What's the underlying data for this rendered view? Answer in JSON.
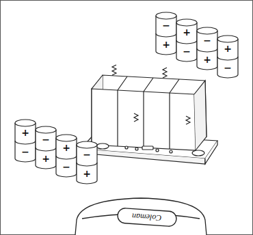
{
  "diagram": {
    "labels": [
      "−",
      "+",
      "+",
      "−",
      "−",
      "+",
      "+",
      "−",
      "+",
      "−",
      "−",
      "+",
      "+",
      "−",
      "−",
      "+",
      "Coleman"
    ]
  }
}
